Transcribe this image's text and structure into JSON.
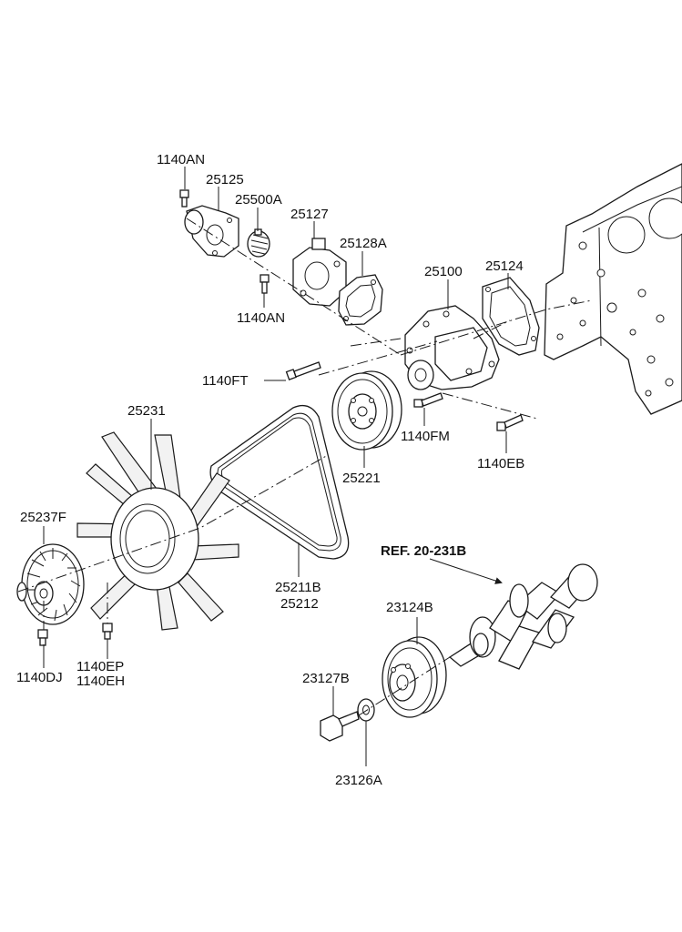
{
  "labels": {
    "p1140AN_top": "1140AN",
    "p25125": "25125",
    "p25500A": "25500A",
    "p25127": "25127",
    "p25128A": "25128A",
    "p25100": "25100",
    "p25124": "25124",
    "p1140AN_bot": "1140AN",
    "p1140FT": "1140FT",
    "p25231": "25231",
    "p1140FM": "1140FM",
    "p1140EB": "1140EB",
    "p25221": "25221",
    "p25237F": "25237F",
    "p25211B": "25211B",
    "p25212": "25212",
    "ref": "REF. 20-231B",
    "p23124B": "23124B",
    "p1140DJ": "1140DJ",
    "p1140EP": "1140EP",
    "p1140EH": "1140EH",
    "p23127B": "23127B",
    "p23126A": "23126A"
  }
}
